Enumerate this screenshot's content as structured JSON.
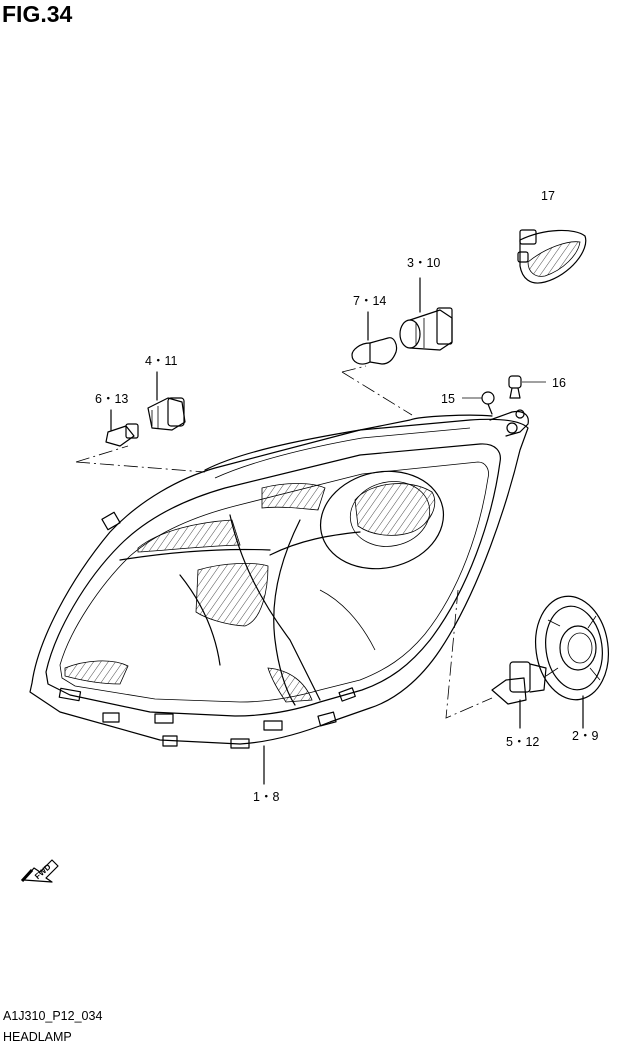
{
  "figure": {
    "title": "FIG.34",
    "code": "A1J310_P12_034",
    "caption": "HEADLAMP"
  },
  "callouts": [
    {
      "id": "c17",
      "label": "17"
    },
    {
      "id": "c3-10",
      "label": "3・10"
    },
    {
      "id": "c7-14",
      "label": "7・14"
    },
    {
      "id": "c4-11",
      "label": "4・11"
    },
    {
      "id": "c6-13",
      "label": "6・13"
    },
    {
      "id": "c15",
      "label": "15"
    },
    {
      "id": "c16",
      "label": "16"
    },
    {
      "id": "c1-8",
      "label": "1・8"
    },
    {
      "id": "c5-12",
      "label": "5・12"
    },
    {
      "id": "c2-9",
      "label": "2・9"
    }
  ],
  "fwd_arrow": {
    "label": "FWD",
    "icon": "fwd-arrow-icon"
  }
}
